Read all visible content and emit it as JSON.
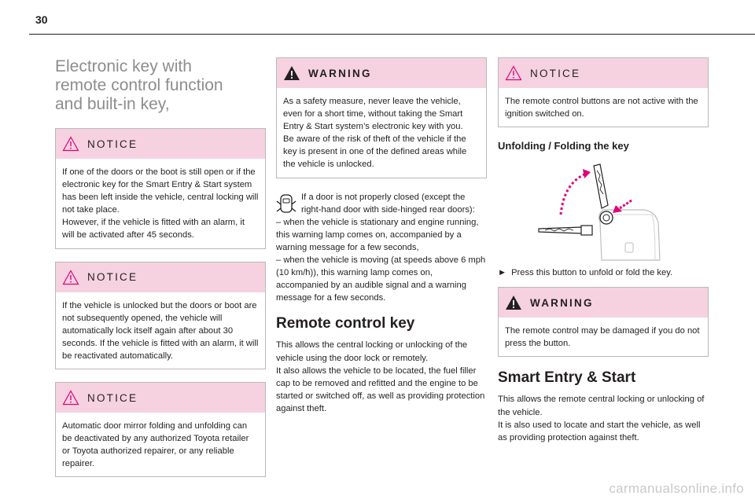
{
  "page": {
    "number": "30"
  },
  "col1": {
    "title": "Electronic key with\nremote control function\nand built-in key,",
    "notice1": {
      "label": "NOTICE",
      "text": "If one of the doors or the boot is still open or if the electronic key for the Smart Entry & Start system has been left inside the vehicle, central locking will not take place.\nHowever, if the vehicle is fitted with an alarm, it will be activated after 45 seconds."
    },
    "notice2": {
      "label": "NOTICE",
      "text": "If the vehicle is unlocked but the doors or boot are not subsequently opened, the vehicle will automatically lock itself again after about 30 seconds. If the vehicle is fitted with an alarm, it will be reactivated automatically."
    },
    "notice3": {
      "label": "NOTICE",
      "text": "Automatic door mirror folding and unfolding can be deactivated by any authorized Toyota retailer or Toyota authorized repairer, or any reliable repairer."
    }
  },
  "col2": {
    "warning": {
      "label": "WARNING",
      "text": "As a safety measure, never leave the vehicle, even for a short time, without taking the Smart Entry & Start system’s electronic key with you.\nBe aware of the risk of theft of the vehicle if the key is present in one of the defined areas while the vehicle is unlocked."
    },
    "door_lamp_text": "If a door is not properly closed (except the right-hand door with side-hinged rear doors):\n–  when the vehicle is stationary and engine running, this warning lamp comes on, accompanied by a warning message for a few seconds,\n–  when the vehicle is moving (at speeds above 6 mph (10 km/h)), this warning lamp comes on, accompanied by an audible signal and a warning message for a few seconds.",
    "remote_heading": "Remote control key",
    "remote_text": "This allows the central locking or unlocking of the vehicle using the door lock or remotely.\nIt also allows the vehicle to be located, the fuel filler cap to be removed and refitted and the engine to be started or switched off, as well as providing protection against theft."
  },
  "col3": {
    "notice": {
      "label": "NOTICE",
      "text": "The remote control buttons are not active with the ignition switched on."
    },
    "unfold_heading": "Unfolding / Folding the key",
    "bullet_arrow": "►",
    "bullet_text": "Press this button to unfold or fold the key.",
    "warning": {
      "label": "WARNING",
      "text": "The remote control may be damaged if you do not press the button."
    },
    "smart_heading": "Smart Entry & Start",
    "smart_text": "This allows the remote central locking or unlocking of the vehicle.\nIt is also used to locate and start the vehicle, as well as providing protection against theft."
  },
  "watermark": "carmanualsonline.info",
  "colors": {
    "accent_pink": "#f6d2e1",
    "arrow_pink": "#e0007a",
    "title_gray": "#8d8d8d"
  },
  "icons": {
    "notice": "warning-triangle-outline-icon",
    "warning": "warning-triangle-filled-icon",
    "lamp": "door-open-warning-lamp-icon"
  }
}
